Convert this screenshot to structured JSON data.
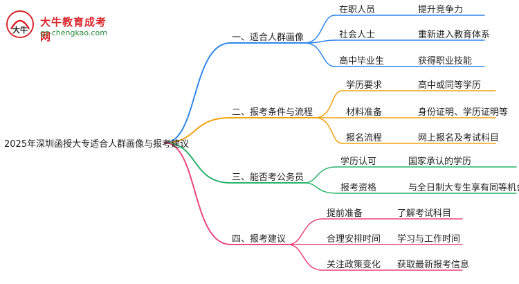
{
  "logo": {
    "title": "大牛教育成考网",
    "url": "gz-chengkao.com",
    "glyph": "大牛"
  },
  "root": "2025年深圳函授大专适合人群画像与报考建议",
  "colors": {
    "blue": "#2f86e8",
    "orange": "#f2a10e",
    "green": "#27b36a",
    "pink": "#e8457c",
    "logo_red": "#d8262c",
    "logo_green": "#2a8a3a"
  },
  "branches": [
    {
      "label": "一、适合人群画像",
      "color": "blue",
      "items": [
        {
          "key": "在职人员",
          "value": "提升竞争力"
        },
        {
          "key": "社会人士",
          "value": "重新进入教育体系"
        },
        {
          "key": "高中毕业生",
          "value": "获得职业技能"
        }
      ]
    },
    {
      "label": "二、报考条件与流程",
      "color": "orange",
      "items": [
        {
          "key": "学历要求",
          "value": "高中或同等学历"
        },
        {
          "key": "材料准备",
          "value": "身份证明、学历证明等"
        },
        {
          "key": "报名流程",
          "value": "网上报名及考试科目"
        }
      ]
    },
    {
      "label": "三、能否考公务员",
      "color": "green",
      "items": [
        {
          "key": "学历认可",
          "value": "国家承认的学历"
        },
        {
          "key": "报考资格",
          "value": "与全日制大专生享有同等机会"
        }
      ]
    },
    {
      "label": "四、报考建议",
      "color": "pink",
      "items": [
        {
          "key": "提前准备",
          "value": "了解考试科目"
        },
        {
          "key": "合理安排时间",
          "value": "学习与工作时间"
        },
        {
          "key": "关注政策变化",
          "value": "获取最新报考信息"
        }
      ]
    }
  ]
}
